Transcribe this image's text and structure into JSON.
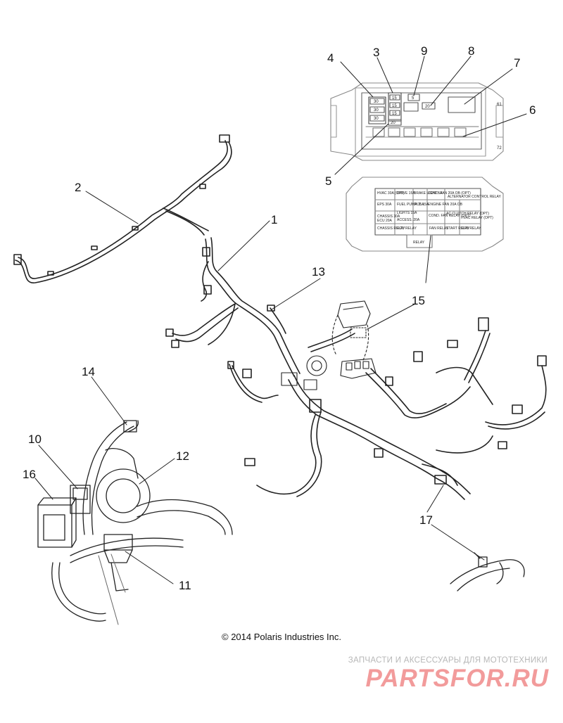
{
  "callouts": {
    "c1": "1",
    "c2": "2",
    "c3": "3",
    "c4": "4",
    "c5": "5",
    "c6": "6",
    "c7": "7",
    "c8": "8",
    "c9": "9",
    "c10": "10",
    "c11": "11",
    "c12": "12",
    "c13": "13",
    "c14": "14",
    "c15": "15",
    "c16": "16",
    "c17": "17"
  },
  "fuse_box_top": {
    "fuses_left": [
      "30",
      "30",
      "30"
    ],
    "fuses_mid": [
      "15",
      "15",
      "15"
    ],
    "fuse_small_a": "5",
    "fuse_small_b": "20",
    "fuse_bottom": "20",
    "side_marks": [
      "61",
      "72"
    ]
  },
  "fuse_box_label": {
    "cells": [
      "HVAC 30A (OPT)",
      "DRIVE 15A",
      "BRAKE LIGHT 5A",
      "COND. FAN 20A OB (OPT)",
      "ALTERNATOR CONTROL RELAY",
      "EPS 30A",
      "FUEL PUMP 15A",
      "ALT. 15A",
      "ENGINE FAN 20A OB",
      "CHASSIS 30A",
      "LIGHTS 15A",
      "ECU 20A",
      "ACCESS. 20A",
      "COND. FAN RELAY (OPT)",
      "AC CLUTCH RELAY (OPT)",
      "HVAC RELAY (OPT)",
      "CHASSIS RELAY",
      "ECU RELAY",
      "RELAY",
      "FAN RELAY",
      "START RELAY",
      "EPS RELAY"
    ]
  },
  "copyright": "© 2014 Polaris Industries Inc.",
  "watermark": {
    "tagline": "ЗАПЧАСТИ И АКСЕССУАРЫ ДЛЯ МОТОТЕХНИКИ",
    "logo": "PARTSFOR.RU"
  }
}
